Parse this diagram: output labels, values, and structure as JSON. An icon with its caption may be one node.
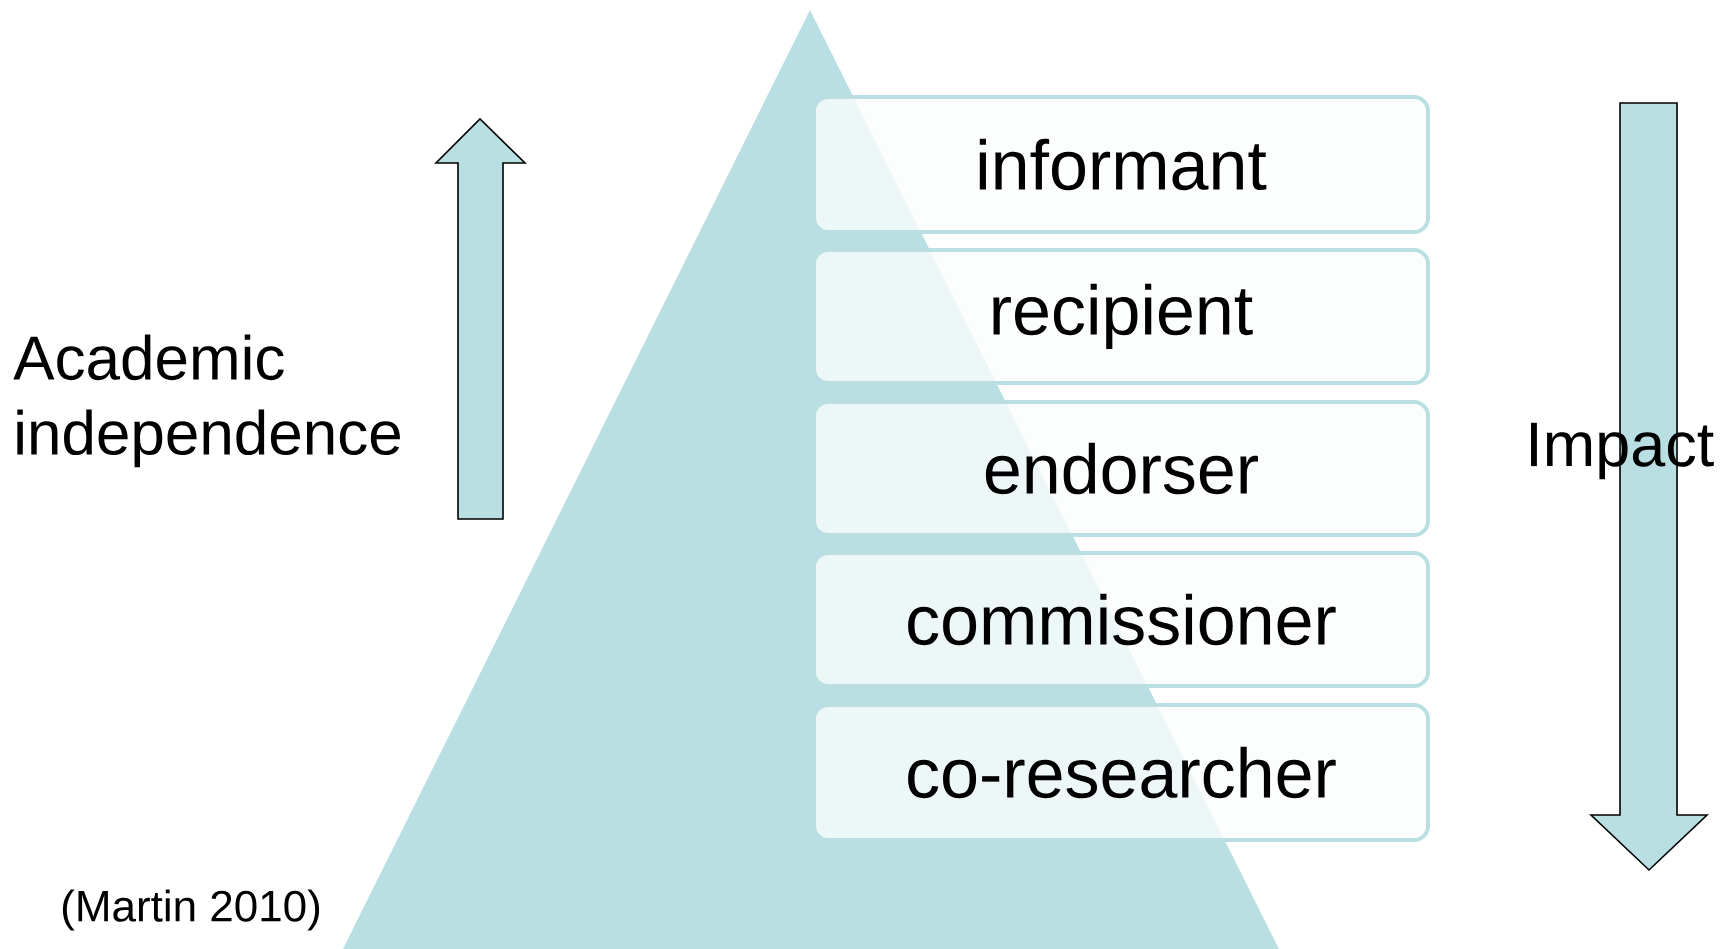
{
  "diagram": {
    "nodes": [
      {
        "text": [
          "informant"
        ]
      },
      {
        "text": [
          "recipient"
        ]
      },
      {
        "text": [
          "endorser"
        ]
      },
      {
        "text": [
          "commissioner"
        ]
      },
      {
        "text": [
          "co-researcher"
        ]
      }
    ],
    "labels": [
      "Academic independence",
      "Impact",
      "(Martin 2010)"
    ]
  }
}
